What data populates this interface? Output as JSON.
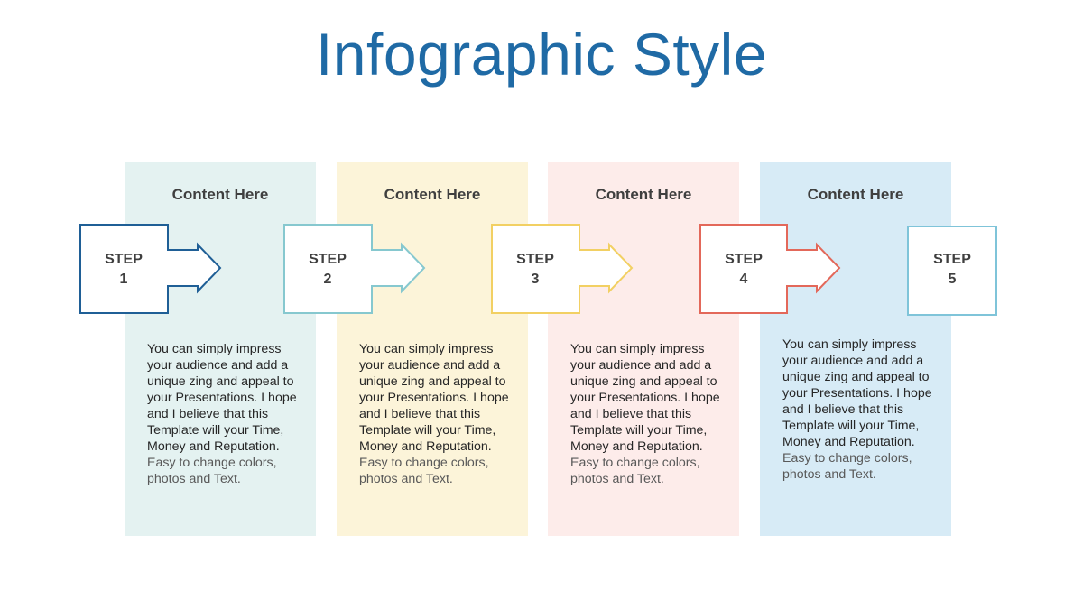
{
  "title": "Infographic Style",
  "colors": {
    "title": "#1f6aa5",
    "panels": [
      "#e4f2f1",
      "#fcf4d9",
      "#fdecea",
      "#d7ebf6"
    ],
    "steps": [
      "#1f5f96",
      "#86c8cf",
      "#f2d063",
      "#e3685a",
      "#7fc4d9"
    ]
  },
  "panels": [
    {
      "heading": "Content Here",
      "body_main": "You can simply impress your audience and add a unique zing and appeal to your Presentations. I hope and I believe that this Template will your Time, Money and Reputation.",
      "body_muted": "Easy to change colors, photos and Text."
    },
    {
      "heading": "Content Here",
      "body_main": "You can simply impress your audience and add a unique zing and appeal to your Presentations. I hope and I believe that this Template will your Time, Money and Reputation.",
      "body_muted": "Easy to change colors, photos and Text."
    },
    {
      "heading": "Content Here",
      "body_main": "You can simply impress your audience and add a unique zing and appeal to your Presentations. I hope and I believe that this Template will your Time, Money and Reputation.",
      "body_muted": "Easy to change colors, photos and Text."
    },
    {
      "heading": "Content Here",
      "body_main": "You can simply impress your audience and add a unique zing and appeal to your Presentations. I hope and I believe that this Template will your Time, Money and Reputation.",
      "body_muted": "Easy to change colors, photos and Text."
    }
  ],
  "steps": [
    {
      "word": "STEP",
      "number": "1"
    },
    {
      "word": "STEP",
      "number": "2"
    },
    {
      "word": "STEP",
      "number": "3"
    },
    {
      "word": "STEP",
      "number": "4"
    },
    {
      "word": "STEP",
      "number": "5"
    }
  ]
}
